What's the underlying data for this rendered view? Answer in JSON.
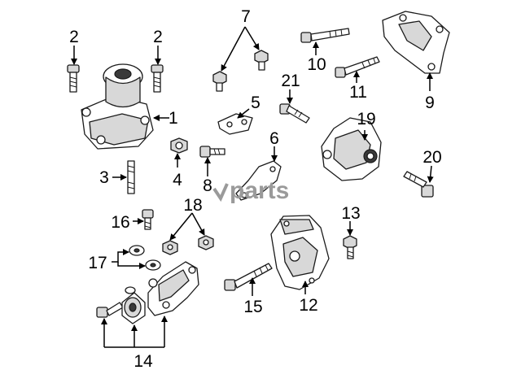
{
  "diagram": {
    "callouts": [
      "1",
      "2",
      "2",
      "3",
      "4",
      "5",
      "6",
      "7",
      "8",
      "9",
      "10",
      "11",
      "12",
      "13",
      "14",
      "15",
      "16",
      "17",
      "18",
      "19",
      "20",
      "21"
    ],
    "watermark": "parts"
  }
}
